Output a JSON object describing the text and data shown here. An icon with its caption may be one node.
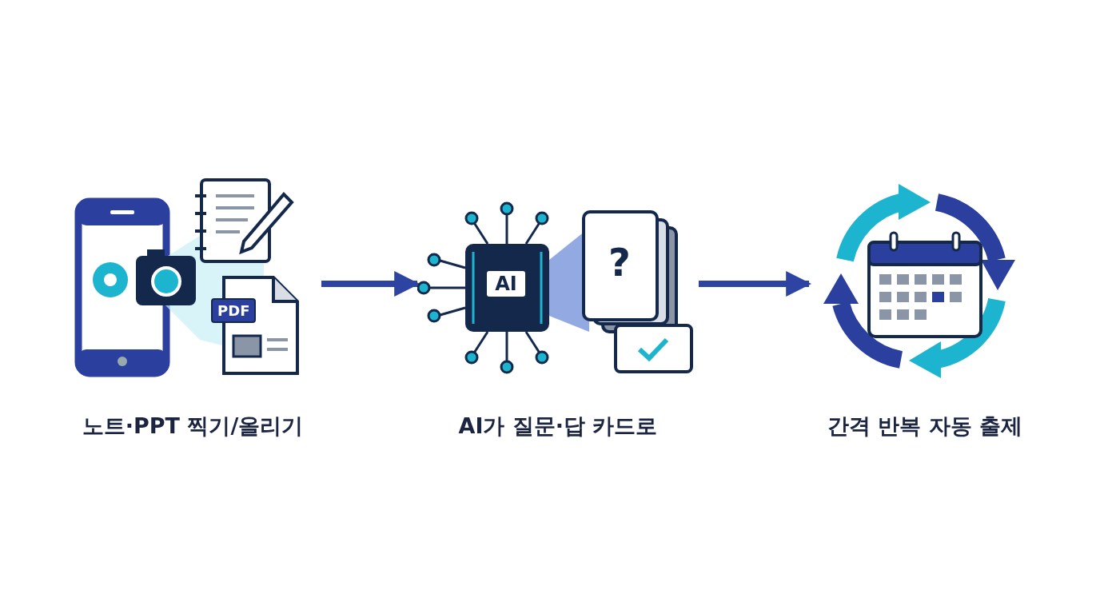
{
  "diagram": {
    "nodes": [
      {
        "text": [
          "노트·PPT 찍기/올리기"
        ]
      },
      {
        "text": [
          "AI가 질문·답 카드로"
        ]
      },
      {
        "text": [
          "간격 반복 자동 출제"
        ]
      }
    ],
    "edges": [
      {
        "from": 0,
        "to": 1,
        "arrow": "to"
      },
      {
        "from": 1,
        "to": 2,
        "arrow": "to"
      }
    ],
    "labels": [
      "PDF",
      "AI",
      "?"
    ]
  }
}
